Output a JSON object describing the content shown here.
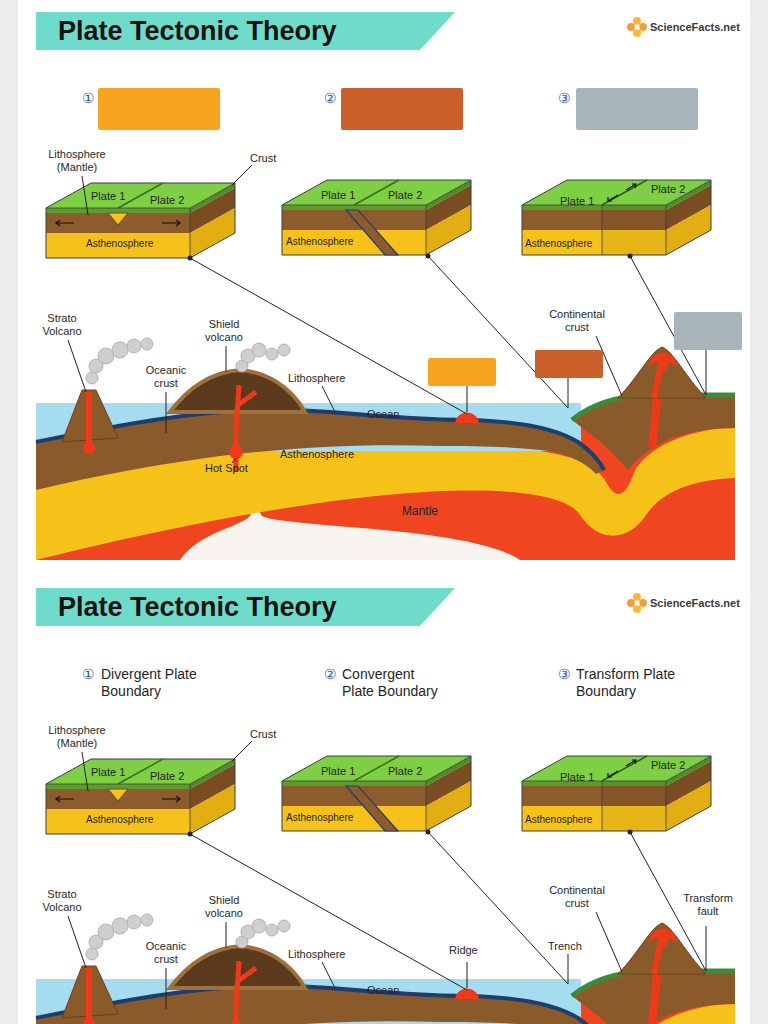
{
  "diagram": {
    "title": "Plate Tectonic Theory",
    "labels": [
      "ScienceFacts.net",
      "①",
      "②",
      "③",
      "Lithosphere (Mantle)",
      "Crust",
      "Plate 1",
      "Plate 2",
      "Asthenosphere",
      "Plate 1",
      "Plate 2",
      "Asthenosphere",
      "Plate 1",
      "Plate 2",
      "Asthenosphere",
      "Strato Volcano",
      "Shield volcano",
      "Oceanic crust",
      "Lithosphere",
      "Continental crust",
      "Ocean",
      "Asthenosphere",
      "Hot Spot",
      "Mantle",
      "Plate Tectonic Theory",
      "ScienceFacts.net",
      "①",
      "Divergent Plate Boundary",
      "②",
      "Convergent Plate Boundary",
      "③",
      "Transform Plate Boundary",
      "Lithosphere (Mantle)",
      "Crust",
      "Plate 1",
      "Plate 2",
      "Asthenosphere",
      "Plate 1",
      "Plate 2",
      "Asthenosphere",
      "Plate 1",
      "Plate 2",
      "Asthenosphere",
      "Strato Volcano",
      "Shield volcano",
      "Oceanic crust",
      "Lithosphere",
      "Ridge",
      "Trench",
      "Continental crust",
      "Transform fault",
      "Ocean"
    ]
  }
}
